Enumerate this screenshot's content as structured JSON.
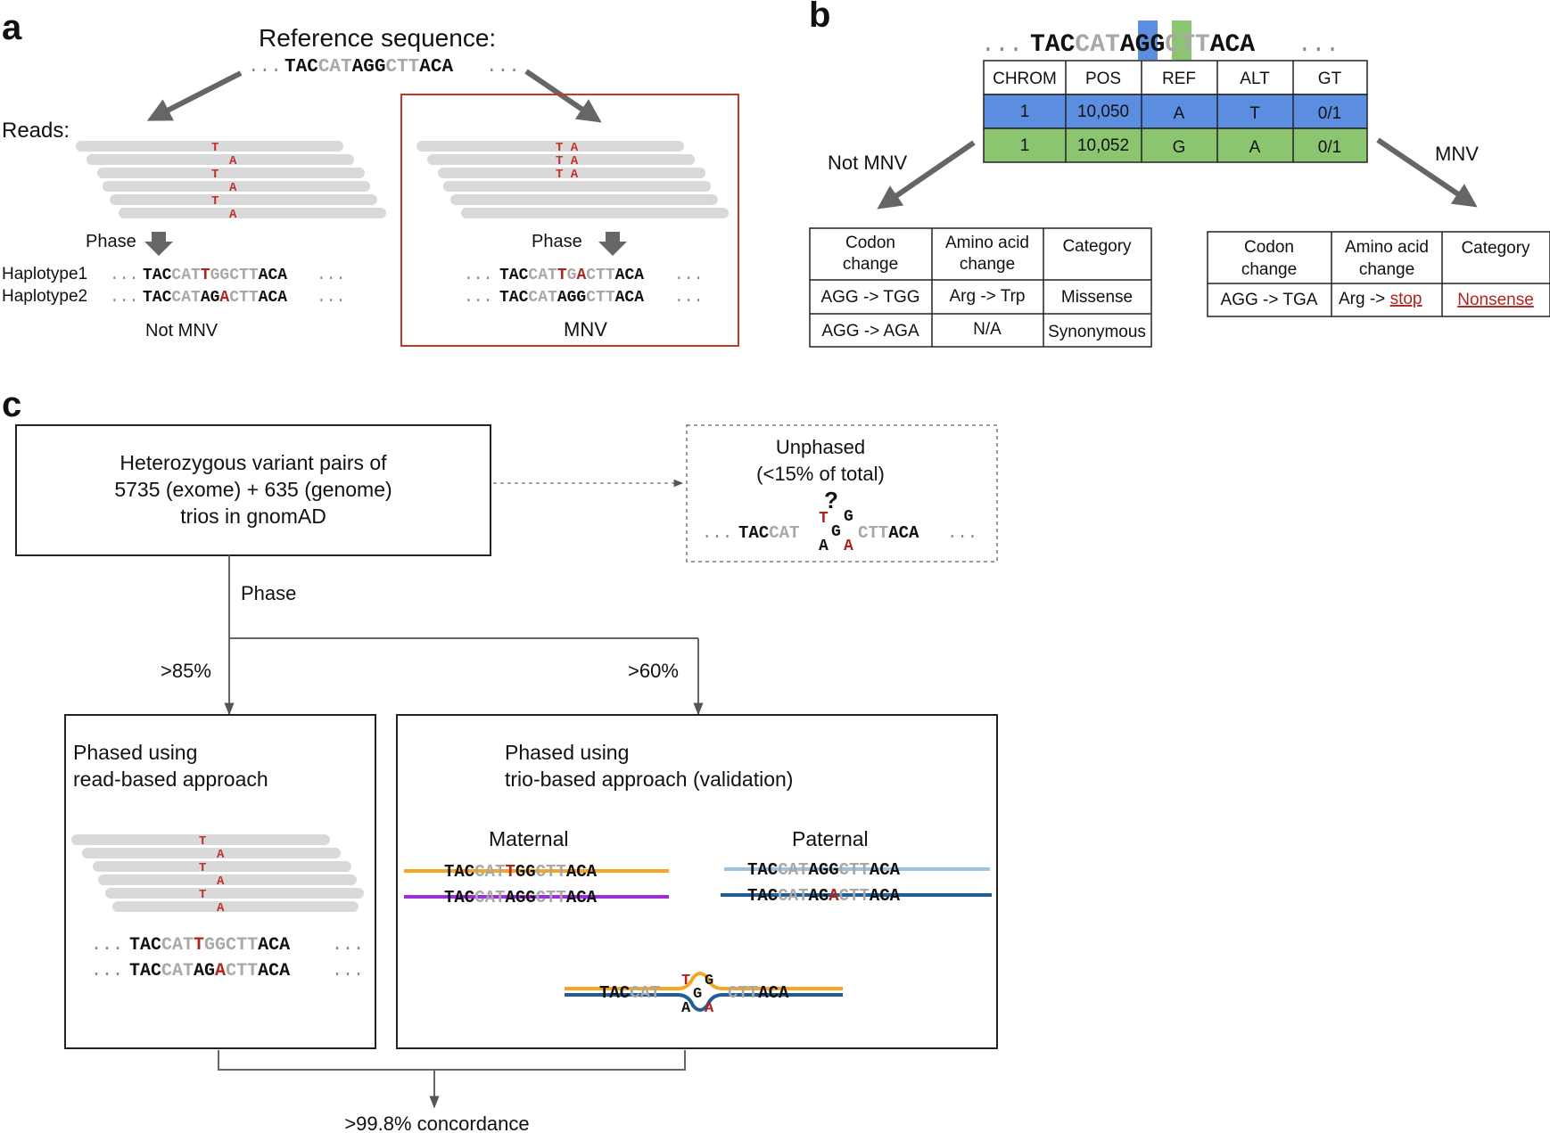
{
  "panels": {
    "a": "a",
    "b": "b",
    "c": "c"
  },
  "panel_a": {
    "ref_title": "Reference sequence:",
    "dots": "...",
    "reads_label": "Reads:",
    "phase_label": "Phase",
    "hap1_label": "Haplotype1",
    "hap2_label": "Haplotype2",
    "not_mnv": "Not MNV",
    "mnv": "MNV",
    "mut_T": "T",
    "mut_A": "A",
    "mut_TA": "T A"
  },
  "sequence": {
    "p1": "TAC",
    "p2": "CAT",
    "p3": "AGG",
    "p4": "CTT",
    "p5": "ACA",
    "h1a": "TAC",
    "h1b": "CAT",
    "h1c": "T",
    "h1d": "GG",
    "h1e": "CTT",
    "h1f": "ACA",
    "h2a": "TAC",
    "h2b": "CAT",
    "h2c": "AG",
    "h2d": "A",
    "h2e": "CTT",
    "h2f": "ACA",
    "m1a": "TAC",
    "m1b": "CAT",
    "m1c": "T",
    "m1d": "G",
    "m1e": "A",
    "m1f": "CTT",
    "m1g": "ACA",
    "m2a": "TAC",
    "m2b": "CAT",
    "m2c": "AGG",
    "m2d": "CTT",
    "m2e": "ACA"
  },
  "panel_b": {
    "seq_tac": "TAC",
    "seq_cat": "CAT",
    "seq_a": "A",
    "seq_g1": "G",
    "seq_g2": "G",
    "seq_ctt": "CTT",
    "seq_aca": "ACA",
    "headers": [
      "CHROM",
      "POS",
      "REF",
      "ALT",
      "GT"
    ],
    "rows": [
      {
        "chrom": "1",
        "pos": "10,050",
        "ref": "A",
        "alt": "T",
        "gt": "0/1",
        "color": "#5b8ee0"
      },
      {
        "chrom": "1",
        "pos": "10,052",
        "ref": "G",
        "alt": "A",
        "gt": "0/1",
        "color": "#8cc56f"
      }
    ],
    "not_mnv": "Not MNV",
    "mnv": "MNV",
    "left_table": {
      "h_codon_1": "Codon",
      "h_codon_2": "change",
      "h_aa_1": "Amino acid",
      "h_aa_2": "change",
      "h_cat": "Category",
      "r1": [
        "AGG -> TGG",
        "Arg -> Trp",
        "Missense"
      ],
      "r2": [
        "AGG -> AGA",
        "N/A",
        "Synonymous"
      ]
    },
    "right_table": {
      "h_codon_1": "Codon",
      "h_codon_2": "change",
      "h_aa_1": "Amino acid",
      "h_aa_2": "change",
      "h_cat": "Category",
      "codon": "AGG -> TGA",
      "aa_prefix": "Arg ->",
      "aa_stop": "stop",
      "cat": "Nonsense"
    }
  },
  "panel_c": {
    "box_line1": "Heterozygous variant pairs of",
    "box_line2": "5735 (exome) + 635 (genome)",
    "box_line3": "trios in gnomAD",
    "unphased_1": "Unphased",
    "unphased_2": "(<15% of total)",
    "question": "?",
    "phase": "Phase",
    "pct_read": ">85%",
    "pct_trio": ">60%",
    "read_title_1": "Phased using",
    "read_title_2": "read-based approach",
    "trio_title_1": "Phased using",
    "trio_title_2": "trio-based approach (validation)",
    "maternal": "Maternal",
    "paternal": "Paternal",
    "concordance": ">99.8% concordance"
  },
  "colors": {
    "mutation_red": "#b0241f",
    "pos1_blue": "#5b8ee0",
    "pos2_green": "#8cc56f",
    "maternal_orange": "#f5a623",
    "maternal_purple": "#9b30d9",
    "paternal_lightblue": "#9ec3e0",
    "paternal_darkblue": "#1f5f96",
    "mnv_box_red": "#c0392b"
  }
}
